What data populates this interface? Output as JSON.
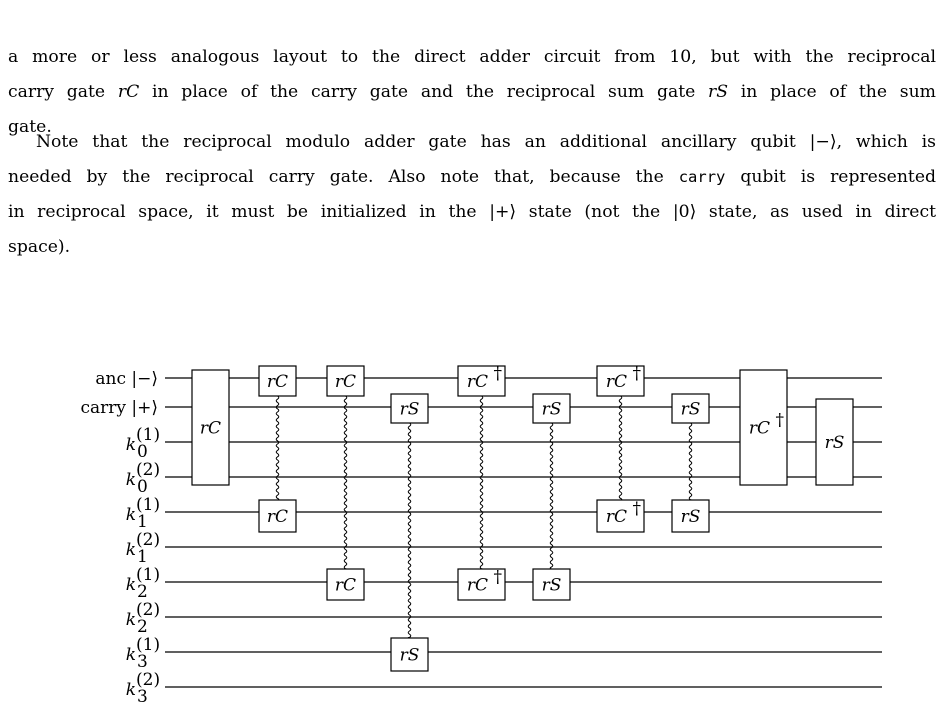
{
  "paragraph1": {
    "line1": "a more or less analogous layout to the direct adder circuit from 10, but with the reciprocal",
    "line2a": "carry gate ",
    "line2_gate1": "rC",
    "line2b": " in place of the carry gate and the reciprocal sum gate ",
    "line2_gate2": "rS",
    "line2c": " in place of the sum",
    "line3": "gate."
  },
  "paragraph2": {
    "line1a": "Note that the reciprocal modulo adder gate has an additional ancillary qubit ",
    "line1_ket": "|−⟩",
    "line1b": ", which is",
    "line2a": "needed by the reciprocal carry gate. Also note that, because the ",
    "line2_code": "carry",
    "line2b": " qubit is represented",
    "line3a": "in reciprocal space, it must be initialized in the ",
    "line3_ket1": "|+⟩",
    "line3b": " state (not the ",
    "line3_ket2": "|0⟩",
    "line3c": " state, as used in direct",
    "line4": "space)."
  },
  "circuit": {
    "wires": [
      {
        "label": "anc |−⟩"
      },
      {
        "label": "carry |+⟩"
      },
      {
        "base": "k",
        "sub": "0",
        "sup": "(1)"
      },
      {
        "base": "k",
        "sub": "0",
        "sup": "(2)"
      },
      {
        "base": "k",
        "sub": "1",
        "sup": "(1)"
      },
      {
        "base": "k",
        "sub": "1",
        "sup": "(2)"
      },
      {
        "base": "k",
        "sub": "2",
        "sup": "(1)"
      },
      {
        "base": "k",
        "sub": "2",
        "sup": "(2)"
      },
      {
        "base": "k",
        "sub": "3",
        "sup": "(1)"
      },
      {
        "base": "k",
        "sub": "3",
        "sup": "(2)"
      }
    ],
    "gates": [
      {
        "label": "rC",
        "dagger": false
      },
      {
        "label": "rC",
        "dagger": false
      },
      {
        "label": "rC",
        "dagger": false
      },
      {
        "label": "rC",
        "dagger": false
      },
      {
        "label": "rC",
        "dagger": false
      },
      {
        "label": "rS",
        "dagger": false
      },
      {
        "label": "rS",
        "dagger": false
      },
      {
        "label": "rC",
        "dagger": true
      },
      {
        "label": "rC",
        "dagger": true
      },
      {
        "label": "rS",
        "dagger": false
      },
      {
        "label": "rS",
        "dagger": false
      },
      {
        "label": "rC",
        "dagger": true
      },
      {
        "label": "rC",
        "dagger": true
      },
      {
        "label": "rS",
        "dagger": false
      },
      {
        "label": "rS",
        "dagger": false
      },
      {
        "label": "rC",
        "dagger": true
      },
      {
        "label": "rS",
        "dagger": false
      }
    ],
    "dagger_symbol": "†"
  }
}
